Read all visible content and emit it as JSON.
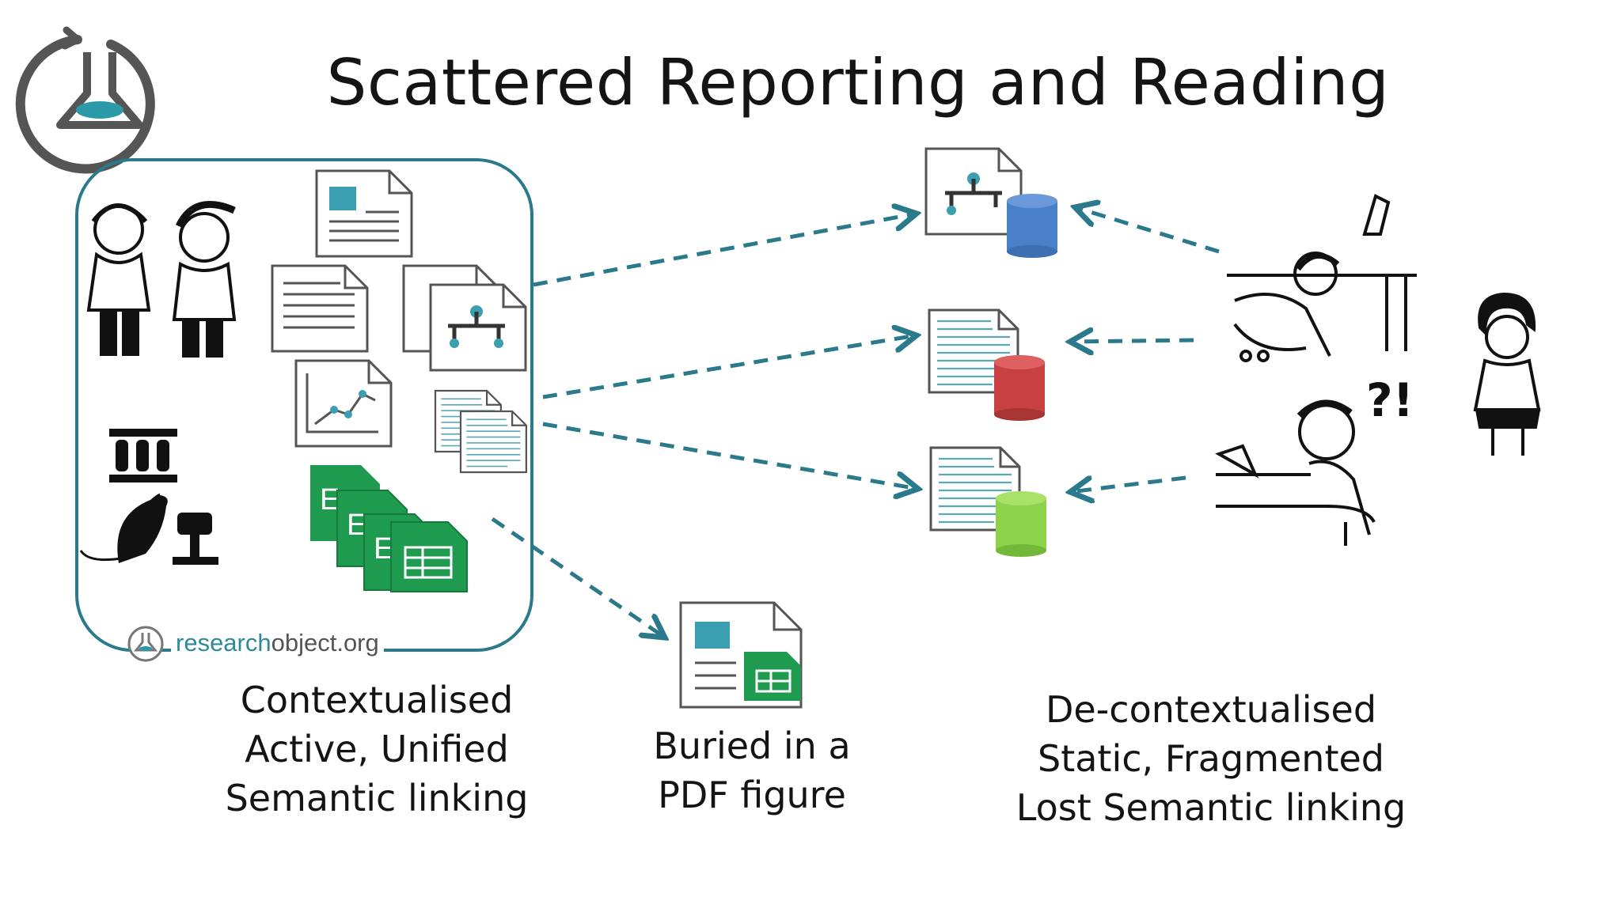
{
  "slide": {
    "title": "Scattered Reporting and Reading",
    "ro_site": {
      "part1": "research",
      "part2": "object.org"
    },
    "captions": {
      "left": [
        "Contextualised",
        "Active, Unified",
        "Semantic linking"
      ],
      "middle": [
        "Buried in a",
        "PDF figure"
      ],
      "right": [
        "De-contextualised",
        "Static, Fragmented",
        "Lost Semantic linking"
      ]
    },
    "colors": {
      "teal": "#2b7a8c",
      "db_blue": "#4a7fc9",
      "db_red": "#c94040",
      "db_green": "#8cd24a",
      "sheet_green": "#1e9b4f"
    }
  }
}
